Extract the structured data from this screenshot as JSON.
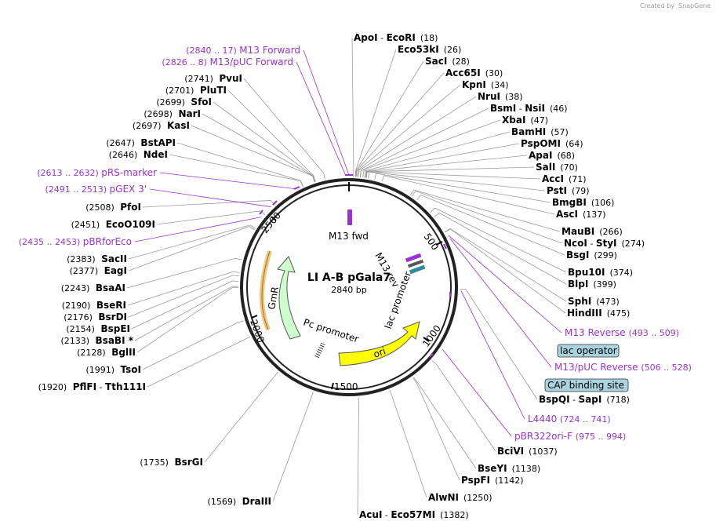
{
  "credit": "Created by",
  "brand": "SnapGene",
  "title": "LI A-B pGala7",
  "length": "2840 bp",
  "ticks": [
    "500",
    "1000",
    "1500",
    "2000",
    "2500"
  ],
  "features": {
    "m13_fwd": "M13 fwd",
    "m13_rev": "M13 rev",
    "lac_promoter": "lac promoter",
    "pc_promoter": "Pc promoter",
    "ori": "ori",
    "gmr": "GmR"
  },
  "right_enzymes": [
    {
      "names": [
        "ApoI",
        " - ",
        "EcoRI"
      ],
      "pos": "(18)"
    },
    {
      "names": [
        "Eco53kI"
      ],
      "pos": "(26)"
    },
    {
      "names": [
        "SacI"
      ],
      "pos": "(28)"
    },
    {
      "names": [
        "Acc65I"
      ],
      "pos": "(30)"
    },
    {
      "names": [
        "KpnI"
      ],
      "pos": "(34)"
    },
    {
      "names": [
        "NruI"
      ],
      "pos": "(38)"
    },
    {
      "names": [
        "BsmI",
        " - ",
        "NsiI"
      ],
      "pos": "(46)"
    },
    {
      "names": [
        "XbaI"
      ],
      "pos": "(47)"
    },
    {
      "names": [
        "BamHI"
      ],
      "pos": "(57)"
    },
    {
      "names": [
        "PspOMI"
      ],
      "pos": "(64)"
    },
    {
      "names": [
        "ApaI"
      ],
      "pos": "(68)"
    },
    {
      "names": [
        "SalI"
      ],
      "pos": "(70)"
    },
    {
      "names": [
        "AccI"
      ],
      "pos": "(71)"
    },
    {
      "names": [
        "PstI"
      ],
      "pos": "(79)"
    },
    {
      "names": [
        "BmgBI"
      ],
      "pos": "(106)"
    },
    {
      "names": [
        "AscI"
      ],
      "pos": "(137)"
    },
    {
      "names": [
        "MauBI"
      ],
      "pos": "(266)"
    },
    {
      "names": [
        "NcoI",
        " - ",
        "StyI"
      ],
      "pos": "(274)"
    },
    {
      "names": [
        "BsgI"
      ],
      "pos": "(299)"
    },
    {
      "names": [
        "Bpu10I"
      ],
      "pos": "(374)"
    },
    {
      "names": [
        "BlpI"
      ],
      "pos": "(399)"
    },
    {
      "names": [
        "SphI"
      ],
      "pos": "(473)"
    },
    {
      "names": [
        "HindIII"
      ],
      "pos": "(475)"
    },
    {
      "names": [
        "BspQI",
        " - ",
        "SapI"
      ],
      "pos": "(718)"
    },
    {
      "names": [
        "BciVI"
      ],
      "pos": "(1037)"
    },
    {
      "names": [
        "BseYI"
      ],
      "pos": "(1138)"
    },
    {
      "names": [
        "PspFI"
      ],
      "pos": "(1142)"
    },
    {
      "names": [
        "AlwNI"
      ],
      "pos": "(1250)"
    },
    {
      "names": [
        "AcuI",
        " - ",
        "Eco57MI"
      ],
      "pos": "(1382)"
    }
  ],
  "left_enzymes": [
    {
      "pos": "(2741)",
      "names": [
        "PvuI"
      ]
    },
    {
      "pos": "(2701)",
      "names": [
        "PluTI"
      ]
    },
    {
      "pos": "(2699)",
      "names": [
        "SfoI"
      ]
    },
    {
      "pos": "(2698)",
      "names": [
        "NarI"
      ]
    },
    {
      "pos": "(2697)",
      "names": [
        "KasI"
      ]
    },
    {
      "pos": "(2647)",
      "names": [
        "BstAPI"
      ]
    },
    {
      "pos": "(2646)",
      "names": [
        "NdeI"
      ]
    },
    {
      "pos": "(2508)",
      "names": [
        "PfoI"
      ]
    },
    {
      "pos": "(2451)",
      "names": [
        "EcoO109I"
      ]
    },
    {
      "pos": "(2383)",
      "names": [
        "SacII"
      ]
    },
    {
      "pos": "(2377)",
      "names": [
        "EagI"
      ]
    },
    {
      "pos": "(2243)",
      "names": [
        "BsaAI"
      ]
    },
    {
      "pos": "(2190)",
      "names": [
        "BseRI"
      ]
    },
    {
      "pos": "(2176)",
      "names": [
        "BsrDI"
      ]
    },
    {
      "pos": "(2154)",
      "names": [
        "BspEI"
      ]
    },
    {
      "pos": "(2133)",
      "names": [
        "BsaBI *"
      ]
    },
    {
      "pos": "(2128)",
      "names": [
        "BglII"
      ]
    },
    {
      "pos": "(1991)",
      "names": [
        "TsoI"
      ]
    },
    {
      "pos": "(1920)",
      "names": [
        "PflFI",
        " - ",
        "Tth111I"
      ]
    },
    {
      "pos": "(1735)",
      "names": [
        "BsrGI"
      ]
    },
    {
      "pos": "(1569)",
      "names": [
        "DraIII"
      ]
    }
  ],
  "primers": [
    {
      "pos": "(2840 .. 17)",
      "name": "M13 Forward",
      "side": "left"
    },
    {
      "pos": "(2826 .. 8)",
      "name": "M13/pUC Forward",
      "side": "left"
    },
    {
      "pos": "(2613 .. 2632)",
      "name": "pRS-marker",
      "side": "left"
    },
    {
      "pos": "(2491 .. 2513)",
      "name": "pGEX 3'",
      "side": "left"
    },
    {
      "pos": "(2435 .. 2453)",
      "name": "pBRforEco",
      "side": "left"
    },
    {
      "name": "M13 Reverse",
      "pos": "(493 .. 509)",
      "side": "right"
    },
    {
      "name": "M13/pUC Reverse",
      "pos": "(506 .. 528)",
      "side": "right"
    },
    {
      "name": "L4440",
      "pos": "(724 .. 741)",
      "side": "right"
    },
    {
      "name": "pBR322ori-F",
      "pos": "(975 .. 994)",
      "side": "right"
    }
  ],
  "boxed": [
    "lac operator",
    "CAP binding site"
  ],
  "colors": {
    "primer": "#9b30d6",
    "ori": "#ffff00",
    "gmr": "#ccffcc",
    "box": "#a9d3de",
    "leader": "#9a9a9a",
    "backbone": "#222222",
    "orange": "#e0a030"
  }
}
